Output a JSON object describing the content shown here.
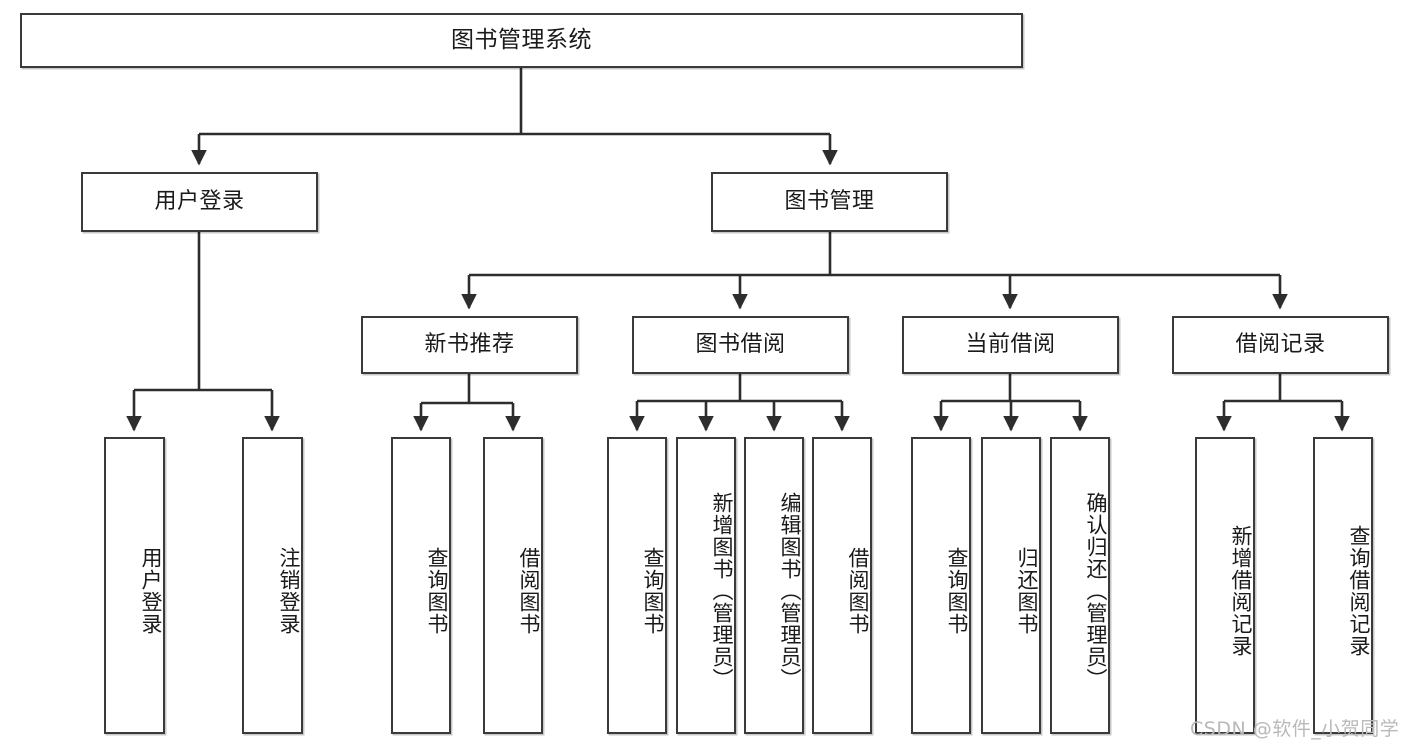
{
  "diagram": {
    "type": "tree",
    "title": "图书管理系统",
    "orientation": "top-down",
    "colors": {
      "box_border": "#3a3a3a",
      "box_fill": "#ffffff",
      "text": "#1a1a1a",
      "edge": "#2d2d2d",
      "watermark": "#b9b9b9"
    }
  },
  "root": {
    "label": "图书管理系统"
  },
  "level2": [
    {
      "id": "user-login",
      "label": "用户登录"
    },
    {
      "id": "book-manage",
      "label": "图书管理"
    }
  ],
  "level3": [
    {
      "id": "new-book-recommend",
      "label": "新书推荐",
      "parent": "book-manage"
    },
    {
      "id": "book-borrow",
      "label": "图书借阅",
      "parent": "book-manage"
    },
    {
      "id": "current-borrow",
      "label": "当前借阅",
      "parent": "book-manage"
    },
    {
      "id": "borrow-record",
      "label": "借阅记录",
      "parent": "book-manage"
    }
  ],
  "leaves": [
    {
      "id": "leaf-user-login",
      "label": "用户登录",
      "parent": "user-login"
    },
    {
      "id": "leaf-user-logout",
      "label": "注销登录",
      "parent": "user-login"
    },
    {
      "id": "leaf-query-book-1",
      "label": "查询图书",
      "parent": "new-book-recommend"
    },
    {
      "id": "leaf-borrow-book-1",
      "label": "借阅图书",
      "parent": "new-book-recommend"
    },
    {
      "id": "leaf-query-book-2",
      "label": "查询图书",
      "parent": "book-borrow"
    },
    {
      "id": "leaf-add-book",
      "label": "新增图书（管理员）",
      "parent": "book-borrow"
    },
    {
      "id": "leaf-edit-book",
      "label": "编辑图书（管理员）",
      "parent": "book-borrow"
    },
    {
      "id": "leaf-borrow-book-2",
      "label": "借阅图书",
      "parent": "book-borrow"
    },
    {
      "id": "leaf-query-book-3",
      "label": "查询图书",
      "parent": "current-borrow"
    },
    {
      "id": "leaf-return-book",
      "label": "归还图书",
      "parent": "current-borrow"
    },
    {
      "id": "leaf-confirm-return",
      "label": "确认归还（管理员）",
      "parent": "current-borrow"
    },
    {
      "id": "leaf-add-record",
      "label": "新增借阅记录",
      "parent": "borrow-record"
    },
    {
      "id": "leaf-query-record",
      "label": "查询借阅记录",
      "parent": "borrow-record"
    }
  ],
  "watermark": {
    "text": "CSDN @软件_小贺同学"
  }
}
